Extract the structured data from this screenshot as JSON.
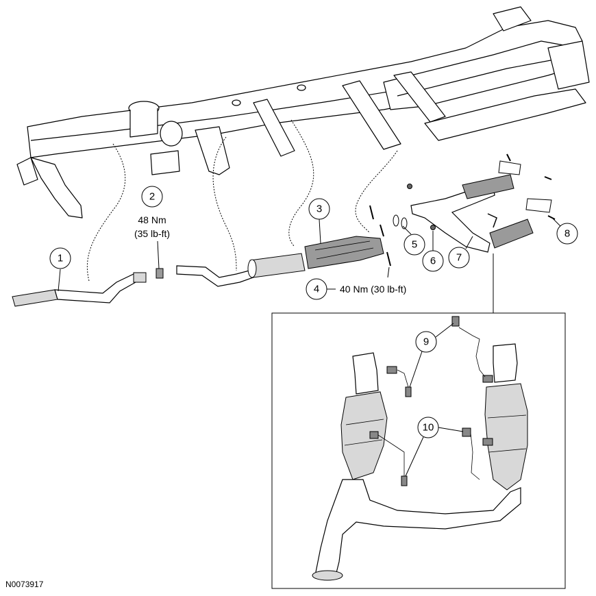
{
  "figure_id": "N0073917",
  "callouts": [
    {
      "num": "1"
    },
    {
      "num": "2",
      "torque_nm": "48 Nm",
      "torque_lbft": "(35 lb-ft)"
    },
    {
      "num": "3"
    },
    {
      "num": "4",
      "torque": "40 Nm (30 lb-ft)"
    },
    {
      "num": "5"
    },
    {
      "num": "6"
    },
    {
      "num": "7"
    },
    {
      "num": "8"
    },
    {
      "num": "9"
    },
    {
      "num": "10"
    }
  ]
}
